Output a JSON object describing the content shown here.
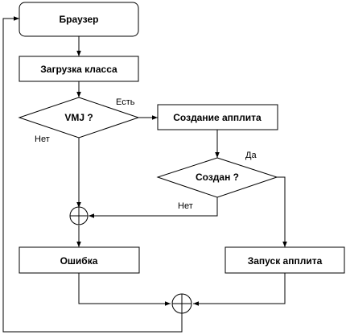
{
  "nodes": {
    "browser": "Браузер",
    "load_class": "Загрузка класса",
    "vmj_decision": "VMJ ?",
    "create_applet": "Создание апплита",
    "created_decision": "Создан ?",
    "error": "Ошибка",
    "run_applet": "Запуск апплита"
  },
  "edge_labels": {
    "vmj_yes": "Есть",
    "vmj_no": "Нет",
    "created_yes": "Да",
    "created_no": "Нет"
  }
}
